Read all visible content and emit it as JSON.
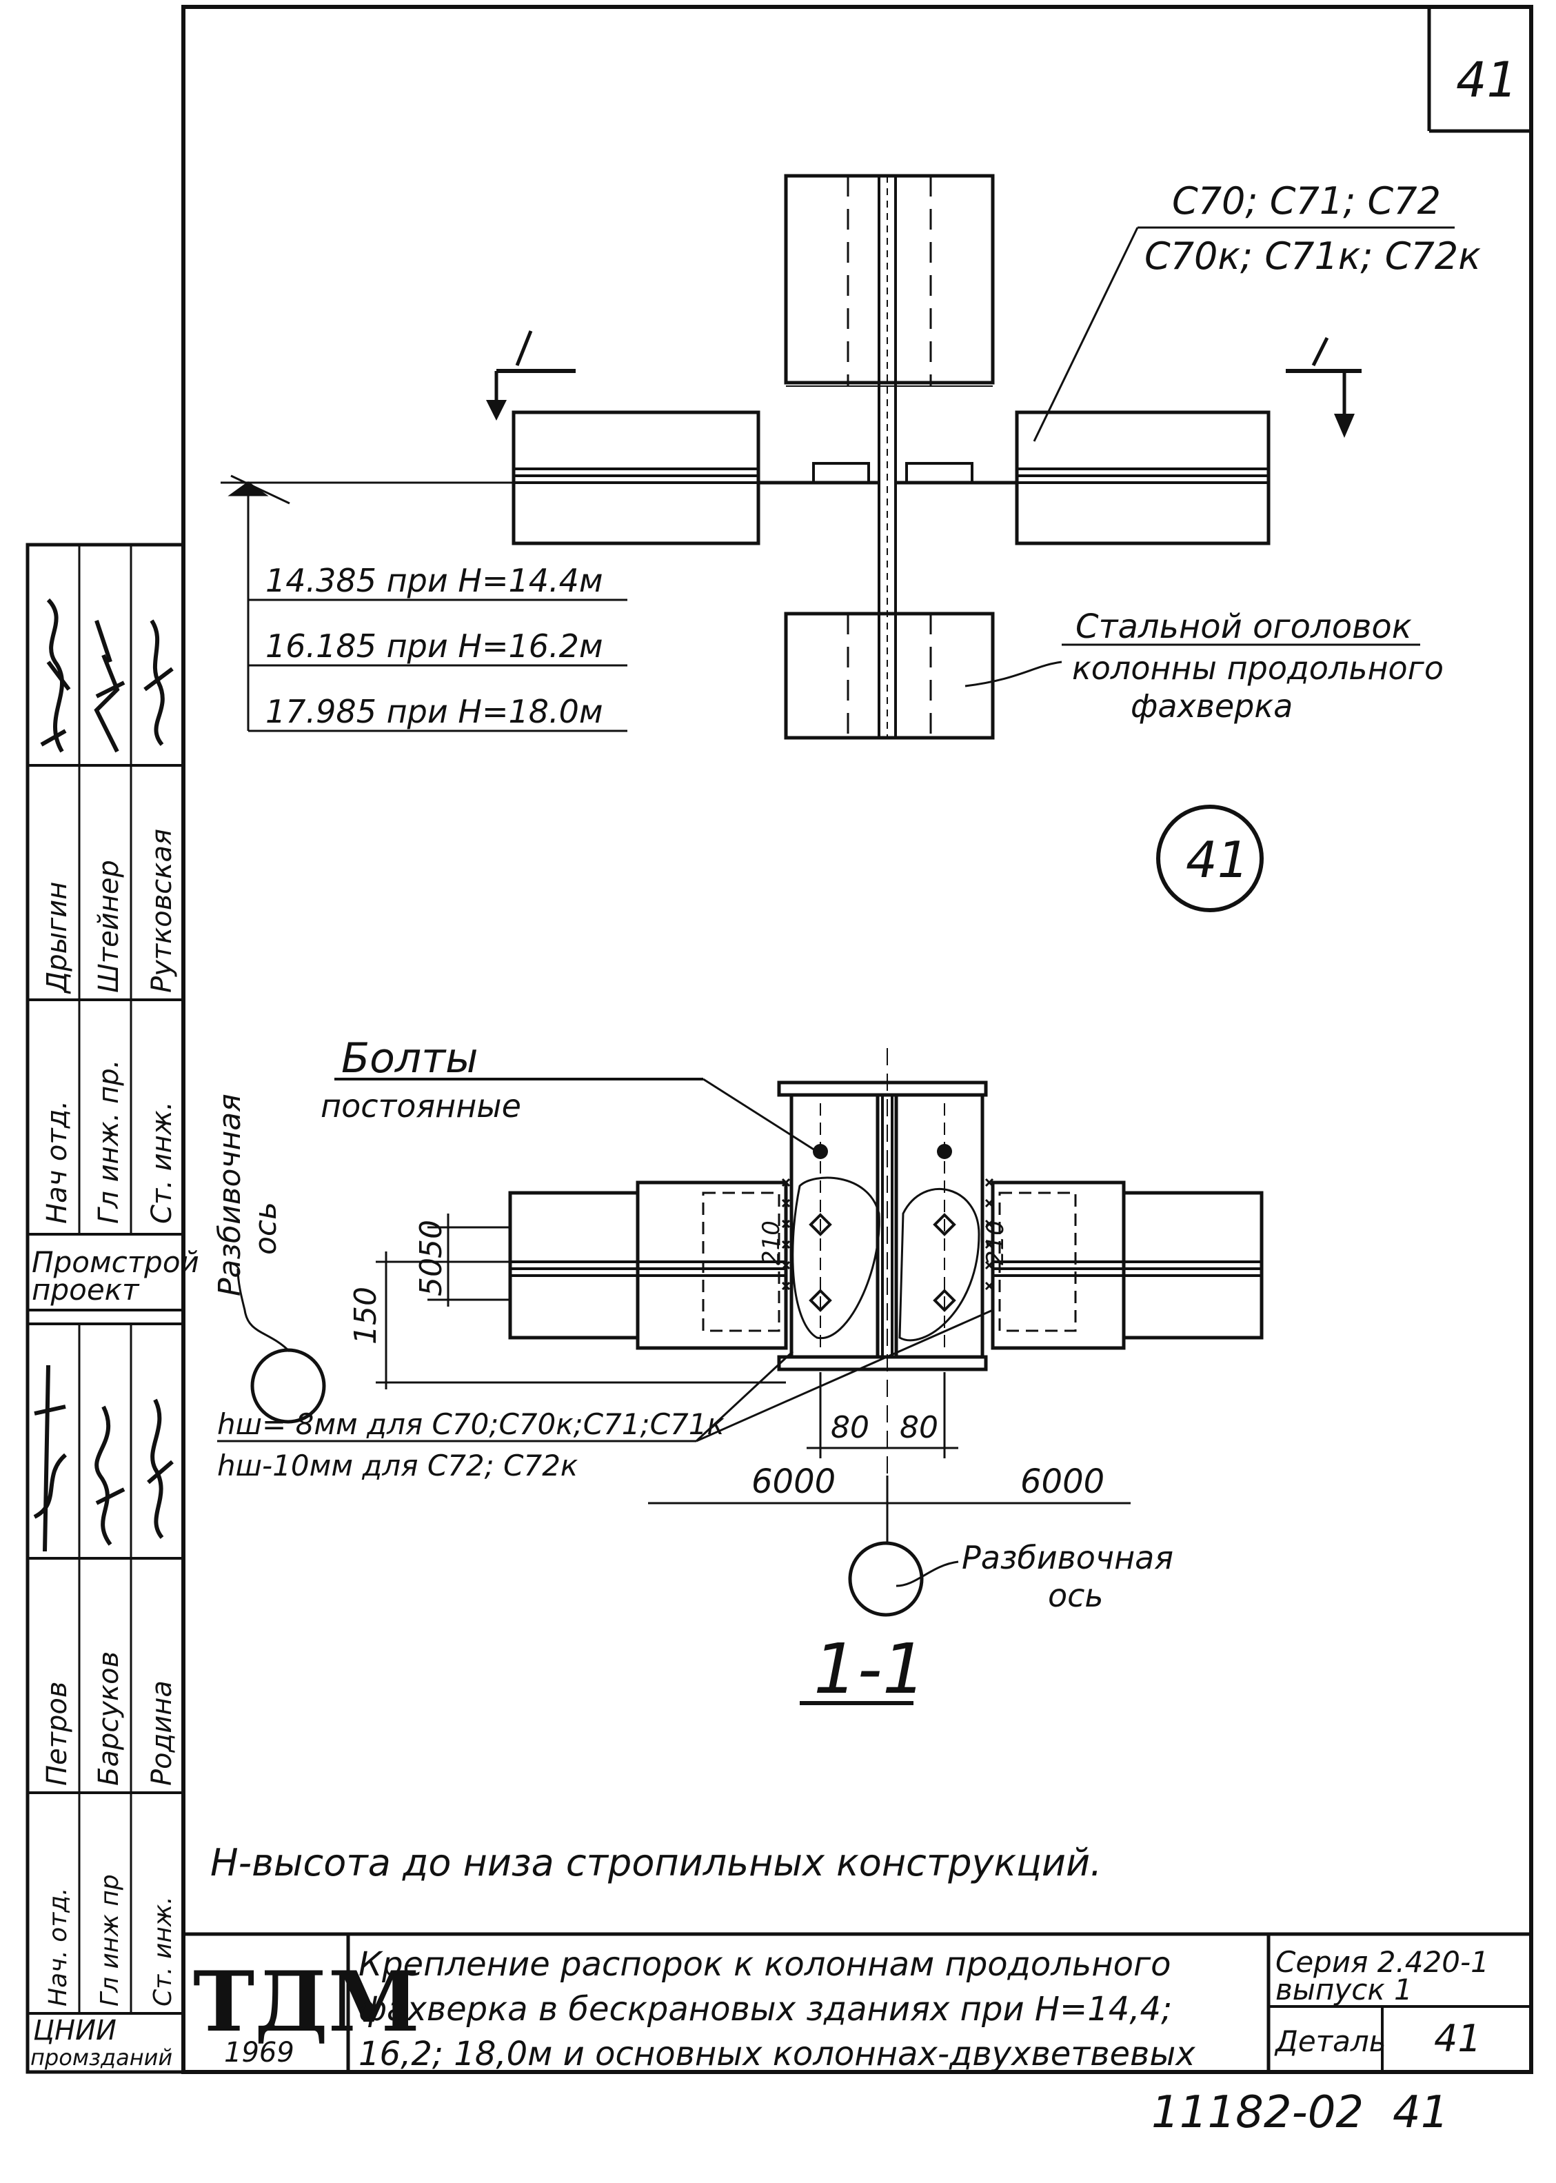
{
  "sheet": {
    "page_number": "41",
    "bottom_code": "11182-02",
    "bottom_page": "41"
  },
  "top_view": {
    "columns_label_line1": "С70; С71; С72",
    "columns_label_line2": "С70к; С71к; С72к",
    "section_mark_left": "1",
    "section_mark_right": "1",
    "elevations": [
      "14.385 при Н=14.4м",
      "16.185 при Н=16.2м",
      "17.985 при Н=18.0м"
    ],
    "cap_label_line1": "Стальной оголовок",
    "cap_label_line2": "колонны продольного",
    "cap_label_line3": "фахверка",
    "detail_marker": "41"
  },
  "section_view": {
    "bolts_label_line1": "Болты",
    "bolts_label_line2": "постоянные",
    "axis_label_left_line1": "Разбивочная",
    "axis_label_left_line2": "ось",
    "axis_label_bottom_line1": "Разбивочная",
    "axis_label_bottom_line2": "ось",
    "dim_50_top": "50",
    "dim_50_bottom": "50",
    "dim_150": "150",
    "dim_210_left": "210",
    "dim_210_right": "210",
    "dim_80_left": "80",
    "dim_80_right": "80",
    "span_left": "6000",
    "span_right": "6000",
    "weld_note_line1": "hш= 8мм для С70;С70к;С71;С71к",
    "weld_note_line2": "hш-10мм для С72; С72к",
    "section_title": "1-1"
  },
  "note": "Н-высота до низа стропильных конструкций.",
  "title_block": {
    "logo": "ТДМ",
    "year": "1969",
    "description_line1": "Крепление распорок к колоннам продольного",
    "description_line2": "фахверка в бескрановых зданиях при Н=14,4;",
    "description_line3": "16,2; 18,0м и основных колоннах-двухветвевых",
    "series_label": "Серия 2.420-1",
    "issue_label": "выпуск 1",
    "detail_label": "Деталь",
    "detail_number": "41"
  },
  "side_stamp": {
    "org_upper_line1": "Промстрой",
    "org_upper_line2": "проект",
    "roles_upper": [
      "Нач отд.",
      "Гл инж. пр.",
      "Ст. инж."
    ],
    "names_upper": [
      "Дрыгин",
      "Штейнер",
      "Рутковская"
    ],
    "org_lower_line1": "ЦНИИ",
    "org_lower_line2": "промзданий",
    "roles_lower": [
      "Нач. отд.",
      "Гл инж пр",
      "Ст. инж."
    ],
    "names_lower": [
      "Петров",
      "Барсуков",
      "Родина"
    ]
  }
}
